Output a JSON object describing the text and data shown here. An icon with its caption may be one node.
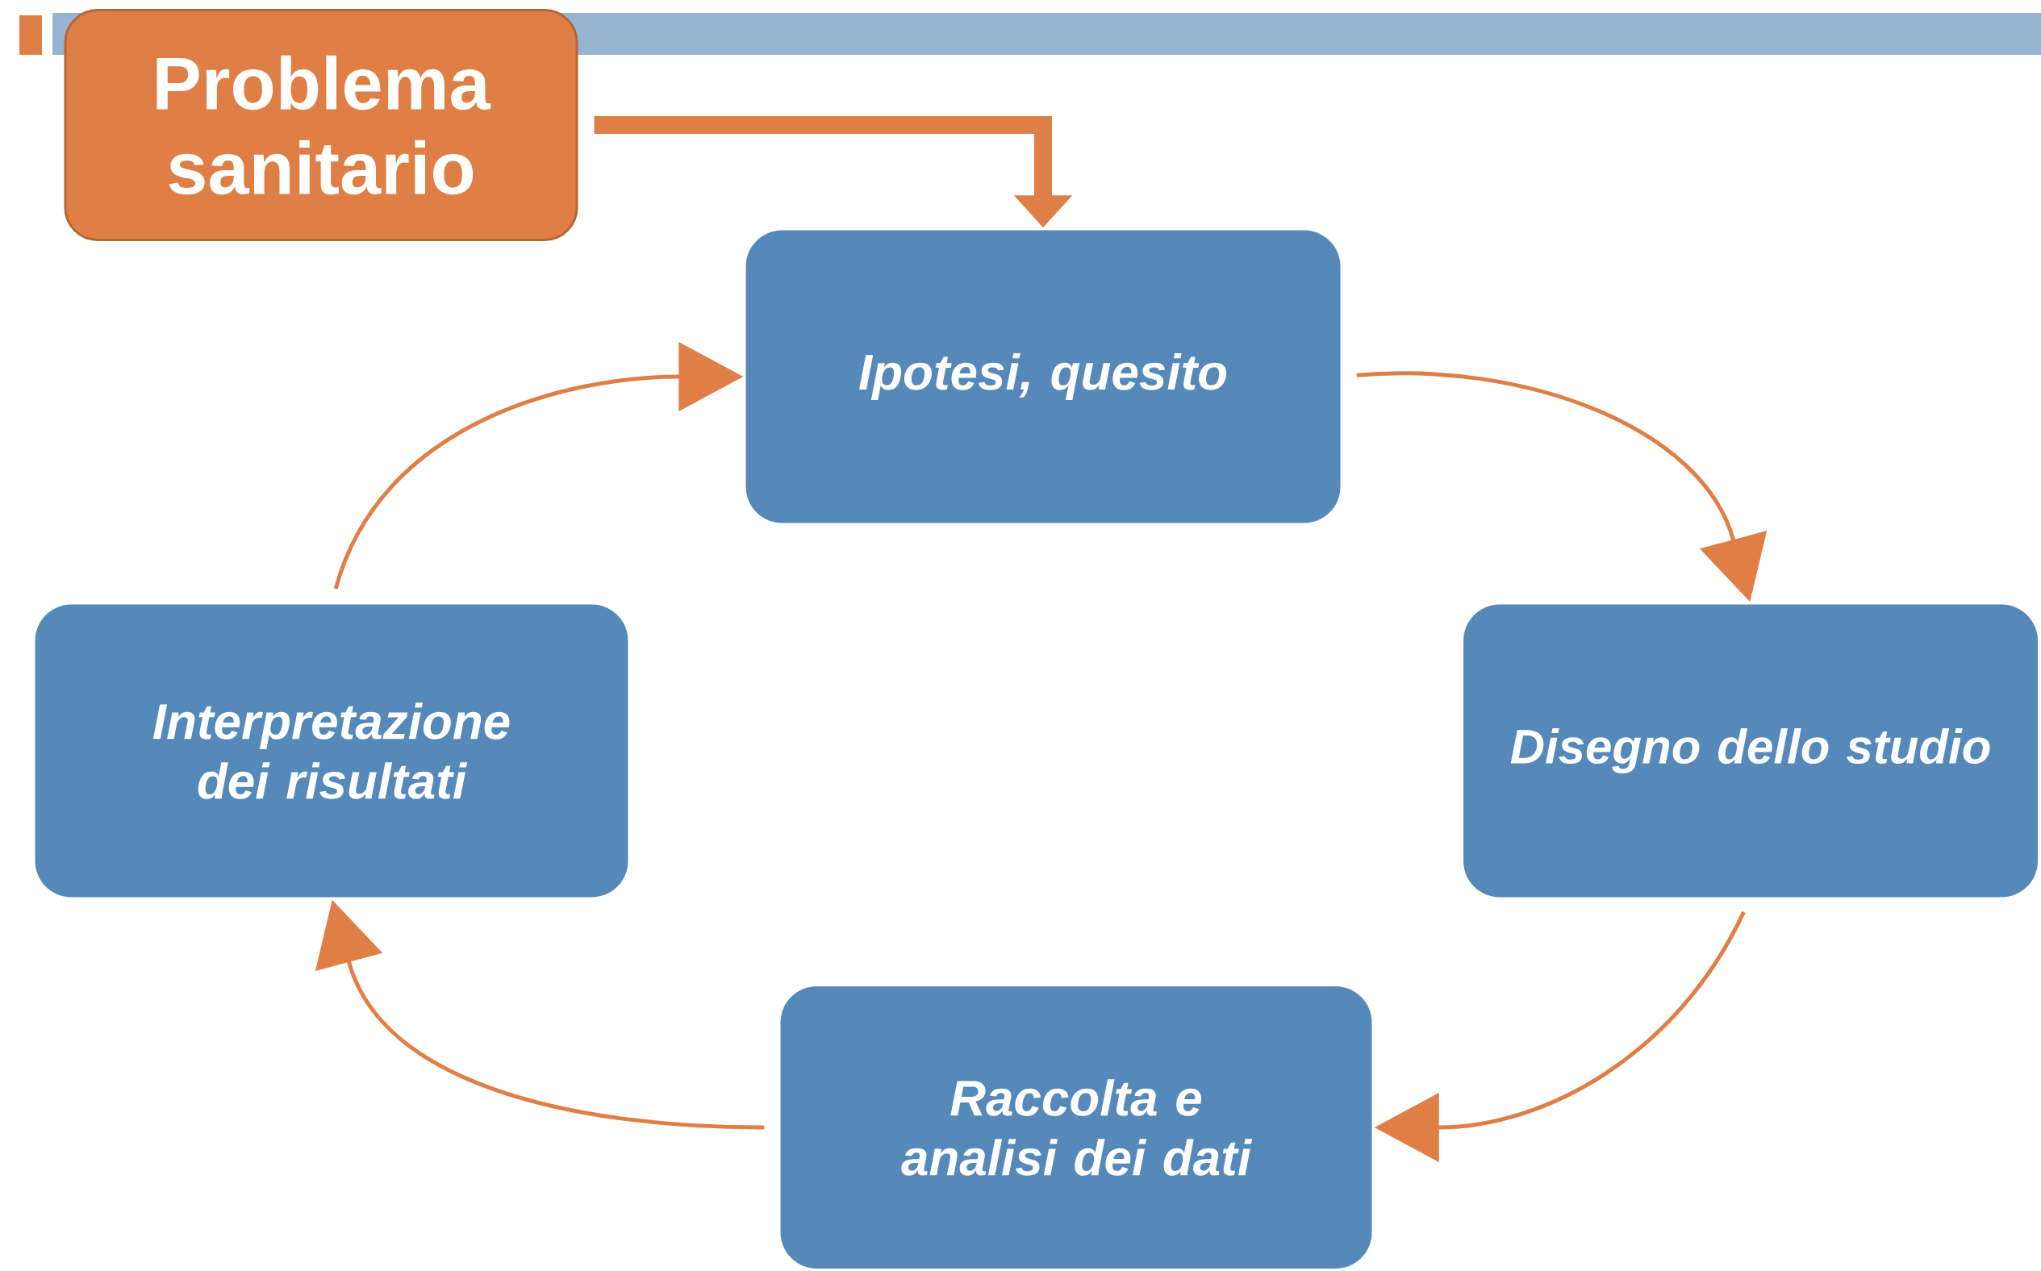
{
  "diagram": {
    "nodes": [
      {
        "text": [
          "Problema sanitario"
        ]
      },
      {
        "text": [
          "Ipotesi, quesito"
        ]
      },
      {
        "text": [
          "Disegno dello studio"
        ]
      },
      {
        "text": [
          "Raccolta e analisi dei dati"
        ]
      },
      {
        "text": [
          "Interpretazione dei risultati"
        ]
      }
    ],
    "edges": [
      {
        "from": 0,
        "to": 1,
        "arrow": "to",
        "style": "thick"
      },
      {
        "from": 1,
        "to": 2,
        "arrow": "to"
      },
      {
        "from": 2,
        "to": 3,
        "arrow": "to"
      },
      {
        "from": 3,
        "to": 4,
        "arrow": "to"
      },
      {
        "from": 4,
        "to": 1,
        "arrow": "to"
      }
    ]
  }
}
